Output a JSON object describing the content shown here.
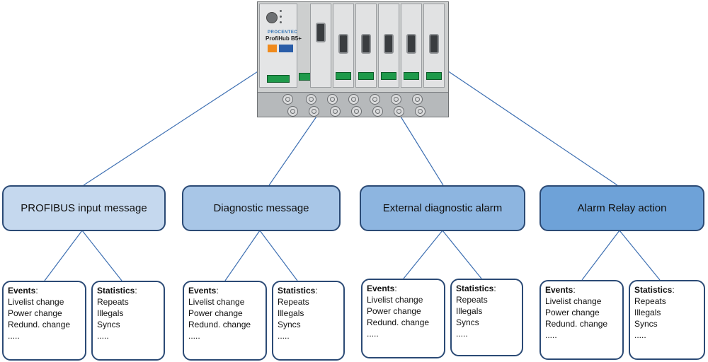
{
  "device": {
    "brand": "PROCENTEC",
    "model": "ProfiHub B5+"
  },
  "categories": [
    {
      "label": "PROFIBUS input message",
      "color": "#c5d8ee",
      "events": {
        "head": "Events",
        "items": [
          "Livelist change",
          "Power change",
          "Redund. change",
          "....."
        ]
      },
      "statistics": {
        "head": "Statistics",
        "items": [
          "Repeats",
          "Illegals",
          "Syncs",
          "....."
        ]
      }
    },
    {
      "label": "Diagnostic message",
      "color": "#a8c6e7",
      "events": {
        "head": "Events",
        "items": [
          "Livelist change",
          "Power change",
          "Redund. change",
          "....."
        ]
      },
      "statistics": {
        "head": "Statistics",
        "items": [
          "Repeats",
          "Illegals",
          "Syncs",
          "....."
        ]
      }
    },
    {
      "label": "External diagnostic  alarm",
      "color": "#8db5e0",
      "events": {
        "head": "Events",
        "items": [
          "Livelist change",
          "Power change",
          "Redund. change",
          "....."
        ]
      },
      "statistics": {
        "head": "Statistics",
        "items": [
          "Repeats",
          "Illegals",
          "Syncs",
          "....."
        ]
      }
    },
    {
      "label": "Alarm Relay action",
      "color": "#6ea2d8",
      "events": {
        "head": "Events",
        "items": [
          "Livelist change",
          "Power change",
          "Redund. change",
          "....."
        ]
      },
      "statistics": {
        "head": "Statistics",
        "items": [
          "Repeats",
          "Illegals",
          "Syncs",
          "....."
        ]
      }
    }
  ]
}
